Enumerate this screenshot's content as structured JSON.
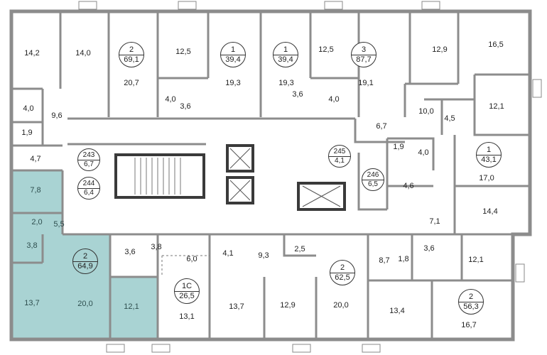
{
  "title": "Floor plan",
  "colors": {
    "wall": "#8c8c8c",
    "wall_dark": "#3a3a3a",
    "highlight": "#a9d3d3"
  },
  "apartments": [
    {
      "rooms": "2",
      "area": "69,1"
    },
    {
      "rooms": "1",
      "area": "39,4"
    },
    {
      "rooms": "1",
      "area": "39,4"
    },
    {
      "rooms": "3",
      "area": "87,7"
    },
    {
      "rooms": "1",
      "area": "43,1"
    },
    {
      "rooms": "2",
      "area": "64,9",
      "highlighted": true
    },
    {
      "rooms": "1С",
      "area": "26,5"
    },
    {
      "rooms": "2",
      "area": "62,5"
    },
    {
      "rooms": "2",
      "area": "56,3"
    }
  ],
  "utility_rooms": [
    {
      "number": "243",
      "area": "6,7"
    },
    {
      "number": "244",
      "area": "6,4"
    },
    {
      "number": "245",
      "area": "4,1"
    },
    {
      "number": "246",
      "area": "6,5"
    }
  ],
  "room_areas": [
    "14,2",
    "14,0",
    "20,7",
    "12,5",
    "19,3",
    "4,0",
    "3,6",
    "4,0",
    "9,6",
    "1,9",
    "4,7",
    "7,8",
    "2,0",
    "5,5",
    "3,8",
    "13,7",
    "20,0",
    "12,1",
    "3,6",
    "3,8",
    "6,0",
    "4,1",
    "9,3",
    "13,1",
    "13,7",
    "19,3",
    "12,5",
    "3,6",
    "4,0",
    "19,1",
    "12,9",
    "16,5",
    "10,0",
    "4,5",
    "12,1",
    "6,7",
    "1,9",
    "4,0",
    "17,0",
    "4,6",
    "14,4",
    "7,1",
    "2,5",
    "8,7",
    "1,8",
    "3,6",
    "12,1",
    "12,9",
    "20,0",
    "13,4",
    "16,7"
  ]
}
